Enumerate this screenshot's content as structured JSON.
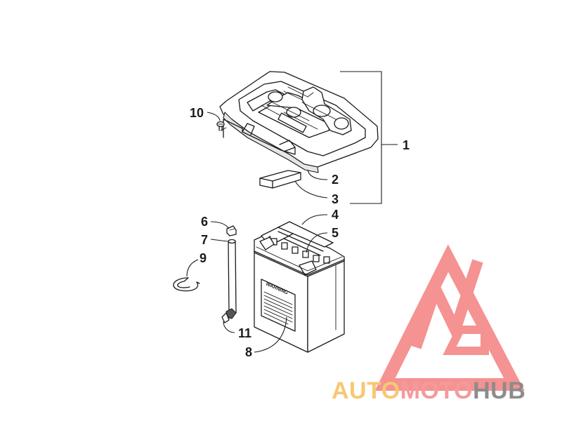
{
  "callouts": [
    {
      "id": "callout-1",
      "label": "1"
    },
    {
      "id": "callout-2",
      "label": "2"
    },
    {
      "id": "callout-3",
      "label": "3"
    },
    {
      "id": "callout-4",
      "label": "4"
    },
    {
      "id": "callout-5",
      "label": "5"
    },
    {
      "id": "callout-6",
      "label": "6"
    },
    {
      "id": "callout-7",
      "label": "7"
    },
    {
      "id": "callout-8",
      "label": "8"
    },
    {
      "id": "callout-9",
      "label": "9"
    },
    {
      "id": "callout-10",
      "label": "10"
    },
    {
      "id": "callout-11",
      "label": "11"
    }
  ],
  "battery": {
    "warning_label": "WARNING",
    "terminal_mark": "+"
  },
  "watermark": {
    "part1": "AUTO",
    "part2": "MOTO",
    "part3": "HUB",
    "colors": {
      "auto": "#f7c873",
      "moto": "#f49a9a",
      "hub": "#8c8c8c",
      "logo": "#f47f7f"
    }
  }
}
